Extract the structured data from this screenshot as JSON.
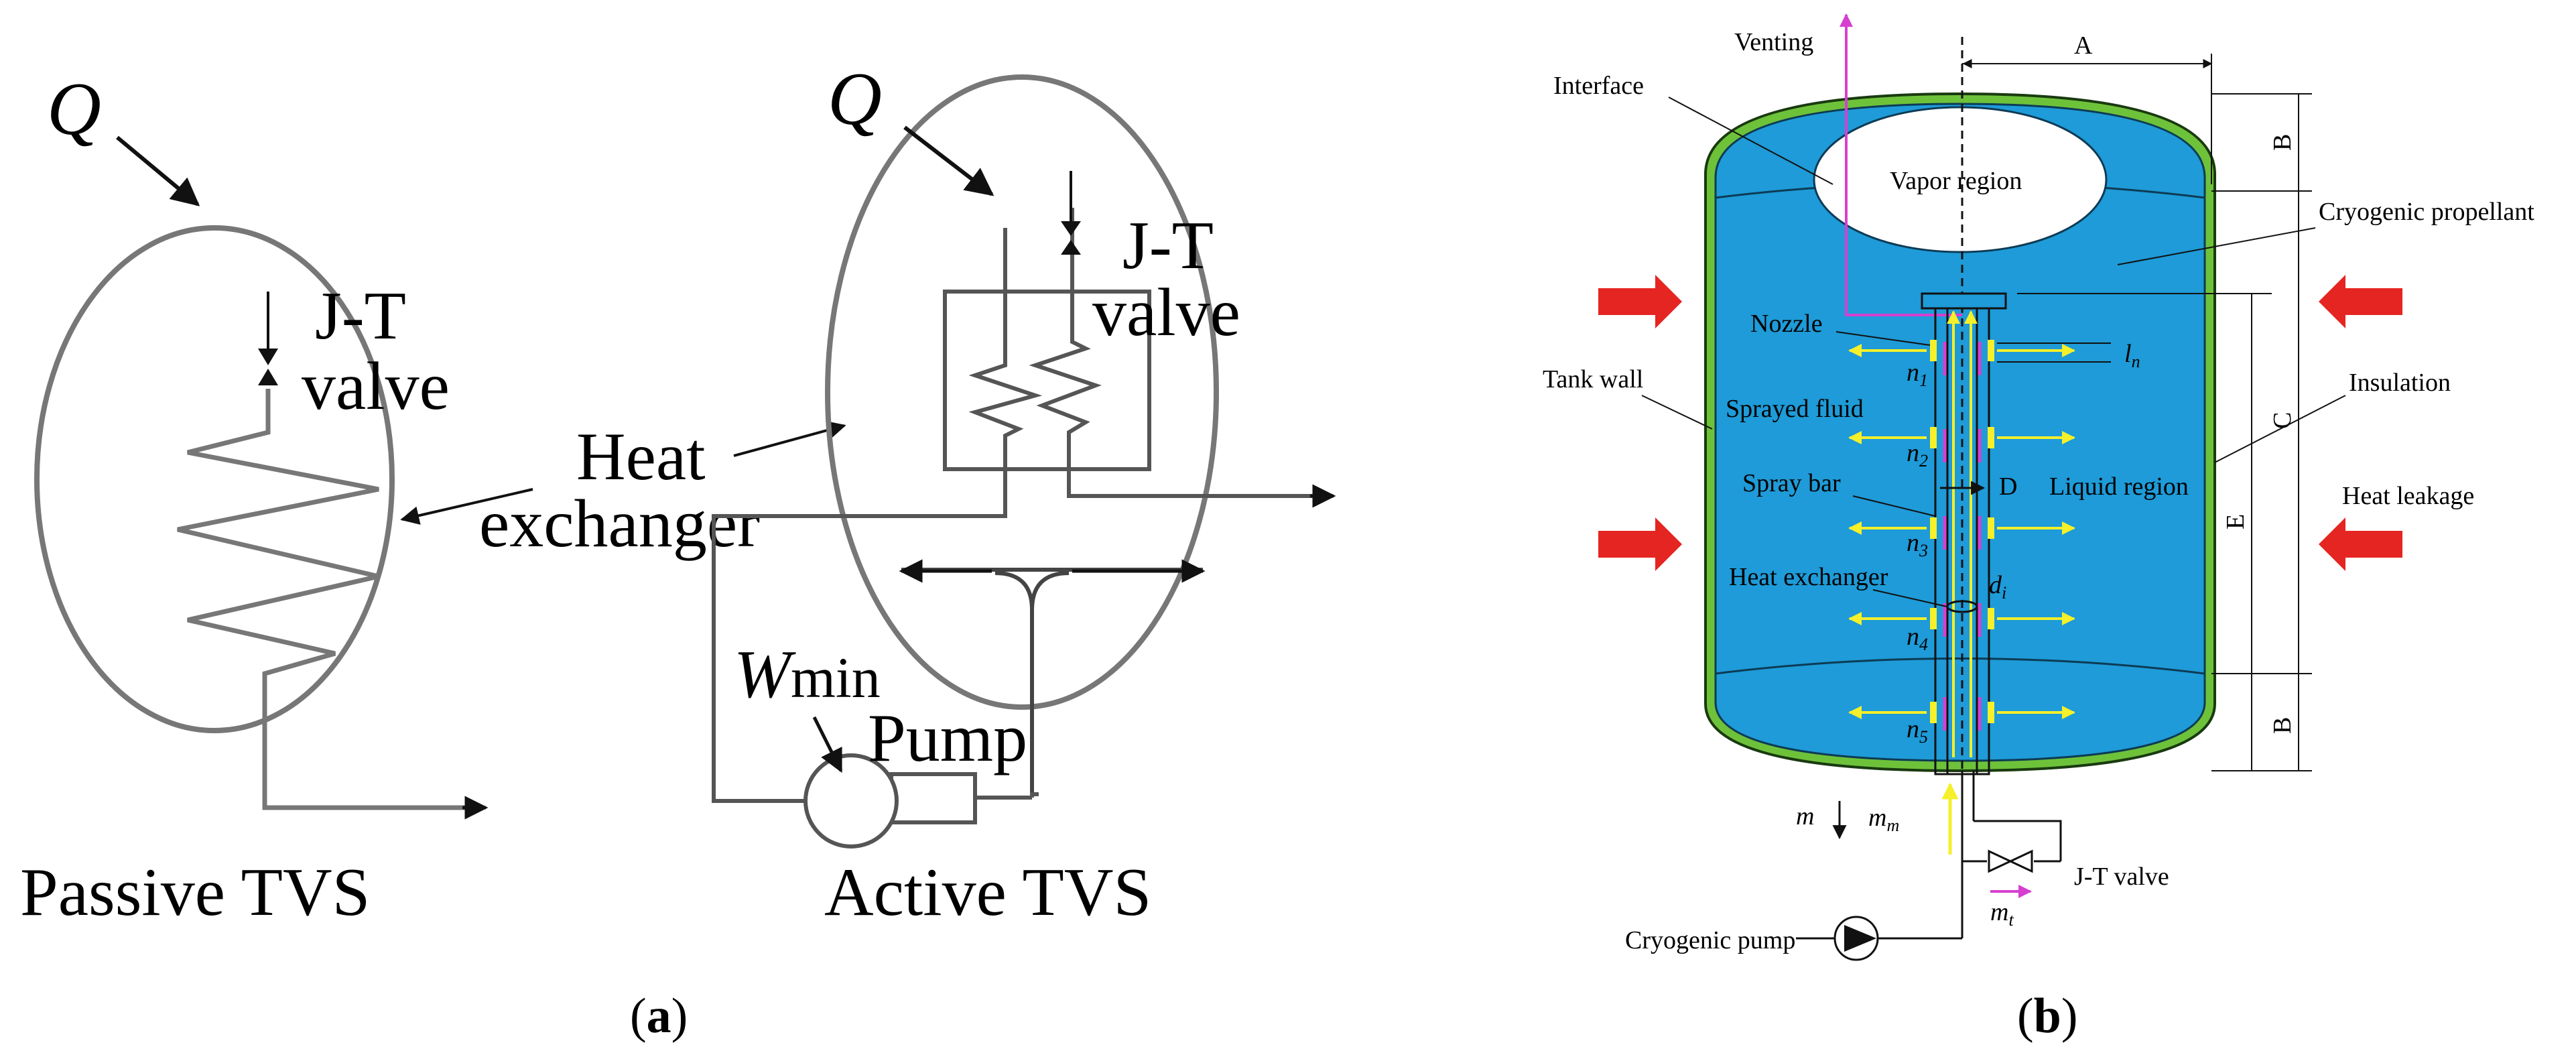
{
  "panel_a": {
    "caption_open": "(",
    "caption_letter": "a",
    "caption_close": ")",
    "passive": {
      "heat_symbol": "Q",
      "valve_line1": "J-T",
      "valve_line2": "valve",
      "title": "Passive TVS"
    },
    "heat_exchanger_line1": "Heat",
    "heat_exchanger_line2": "exchanger",
    "active": {
      "heat_symbol": "Q",
      "valve_line1": "J-T",
      "valve_line2": "valve",
      "work_symbol": "W",
      "work_subscript": "min",
      "pump_label": "Pump",
      "title": "Active TVS"
    }
  },
  "panel_b": {
    "caption_open": "(",
    "caption_letter": "b",
    "caption_close": ")",
    "labels": {
      "venting": "Venting",
      "interface": "Interface",
      "vapor_region": "Vapor region",
      "cryogenic_propellant": "Cryogenic propellant",
      "nozzle": "Nozzle",
      "tank_wall": "Tank wall",
      "sprayed_fluid": "Sprayed fluid",
      "insulation": "Insulation",
      "spray_bar": "Spray bar",
      "liquid_region": "Liquid region",
      "heat_leakage": "Heat leakage",
      "heat_exchanger": "Heat exchanger",
      "jt_valve": "J-T valve",
      "cryogenic_pump": "Cryogenic pump"
    },
    "dimensions": {
      "A": "A",
      "B_top": "B",
      "C": "C",
      "D": "D",
      "E": "E",
      "B_bottom": "B"
    },
    "symbols": {
      "l": "l",
      "l_sub": "n",
      "d": "d",
      "d_sub": "i",
      "n1": "n",
      "n1_sub": "1",
      "n2": "n",
      "n2_sub": "2",
      "n3": "n",
      "n3_sub": "3",
      "n4": "n",
      "n4_sub": "4",
      "n5": "n",
      "n5_sub": "5",
      "m": "m",
      "mm": "m",
      "mm_sub": "m",
      "mt": "m",
      "mt_sub": "t"
    },
    "colors": {
      "liquid": "#1e9bd8",
      "tank_wall": "#6dc23a",
      "arrow_red": "#e52521",
      "spray": "#f5f02a",
      "vent_line": "#d63fd0"
    }
  }
}
